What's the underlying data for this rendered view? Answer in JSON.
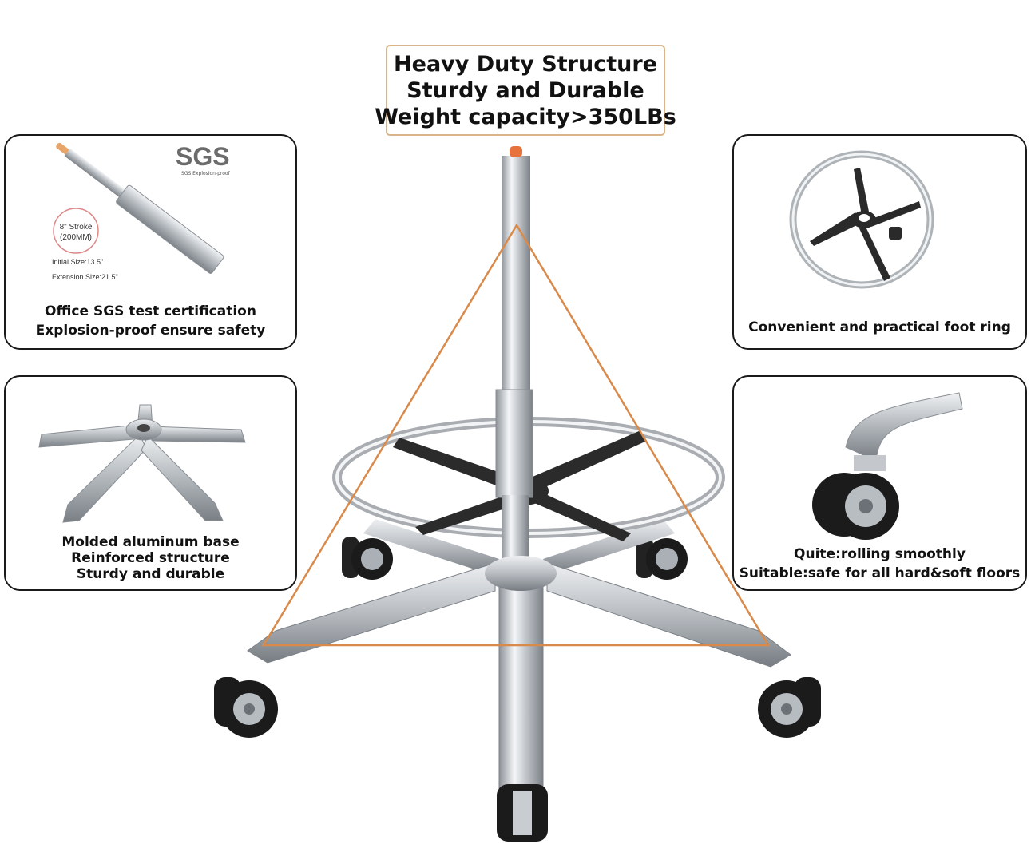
{
  "title": {
    "lines": [
      "Heavy Duty Structure",
      "Sturdy and Durable",
      "Weight capacity>350LBs"
    ]
  },
  "panels": {
    "gas_lift": {
      "brand": "SGS",
      "brand_sub": "SGS Explosion-proof",
      "stroke_line1": "8\" Stroke",
      "stroke_line2": "(200MM)",
      "initial_size": "Initial Size:13.5\"",
      "extension_size": "Extension Size:21.5\"",
      "caption1": "Office SGS test certification",
      "caption2": "Explosion-proof ensure safety"
    },
    "foot_ring": {
      "caption1": "Convenient and practical foot ring"
    },
    "base": {
      "caption1": "Molded aluminum base",
      "caption2": "Reinforced structure",
      "caption3": "Sturdy and durable"
    },
    "caster": {
      "caption1": "Quite:rolling smoothly",
      "caption2": "Suitable:safe for all hard&soft floors"
    }
  },
  "colors": {
    "triangle": "#d98a4a",
    "chrome": "#c9cdd2",
    "panel_border": "#1a1a1a",
    "title_border": "#d9b48a",
    "wheel": "#1b1b1b"
  }
}
